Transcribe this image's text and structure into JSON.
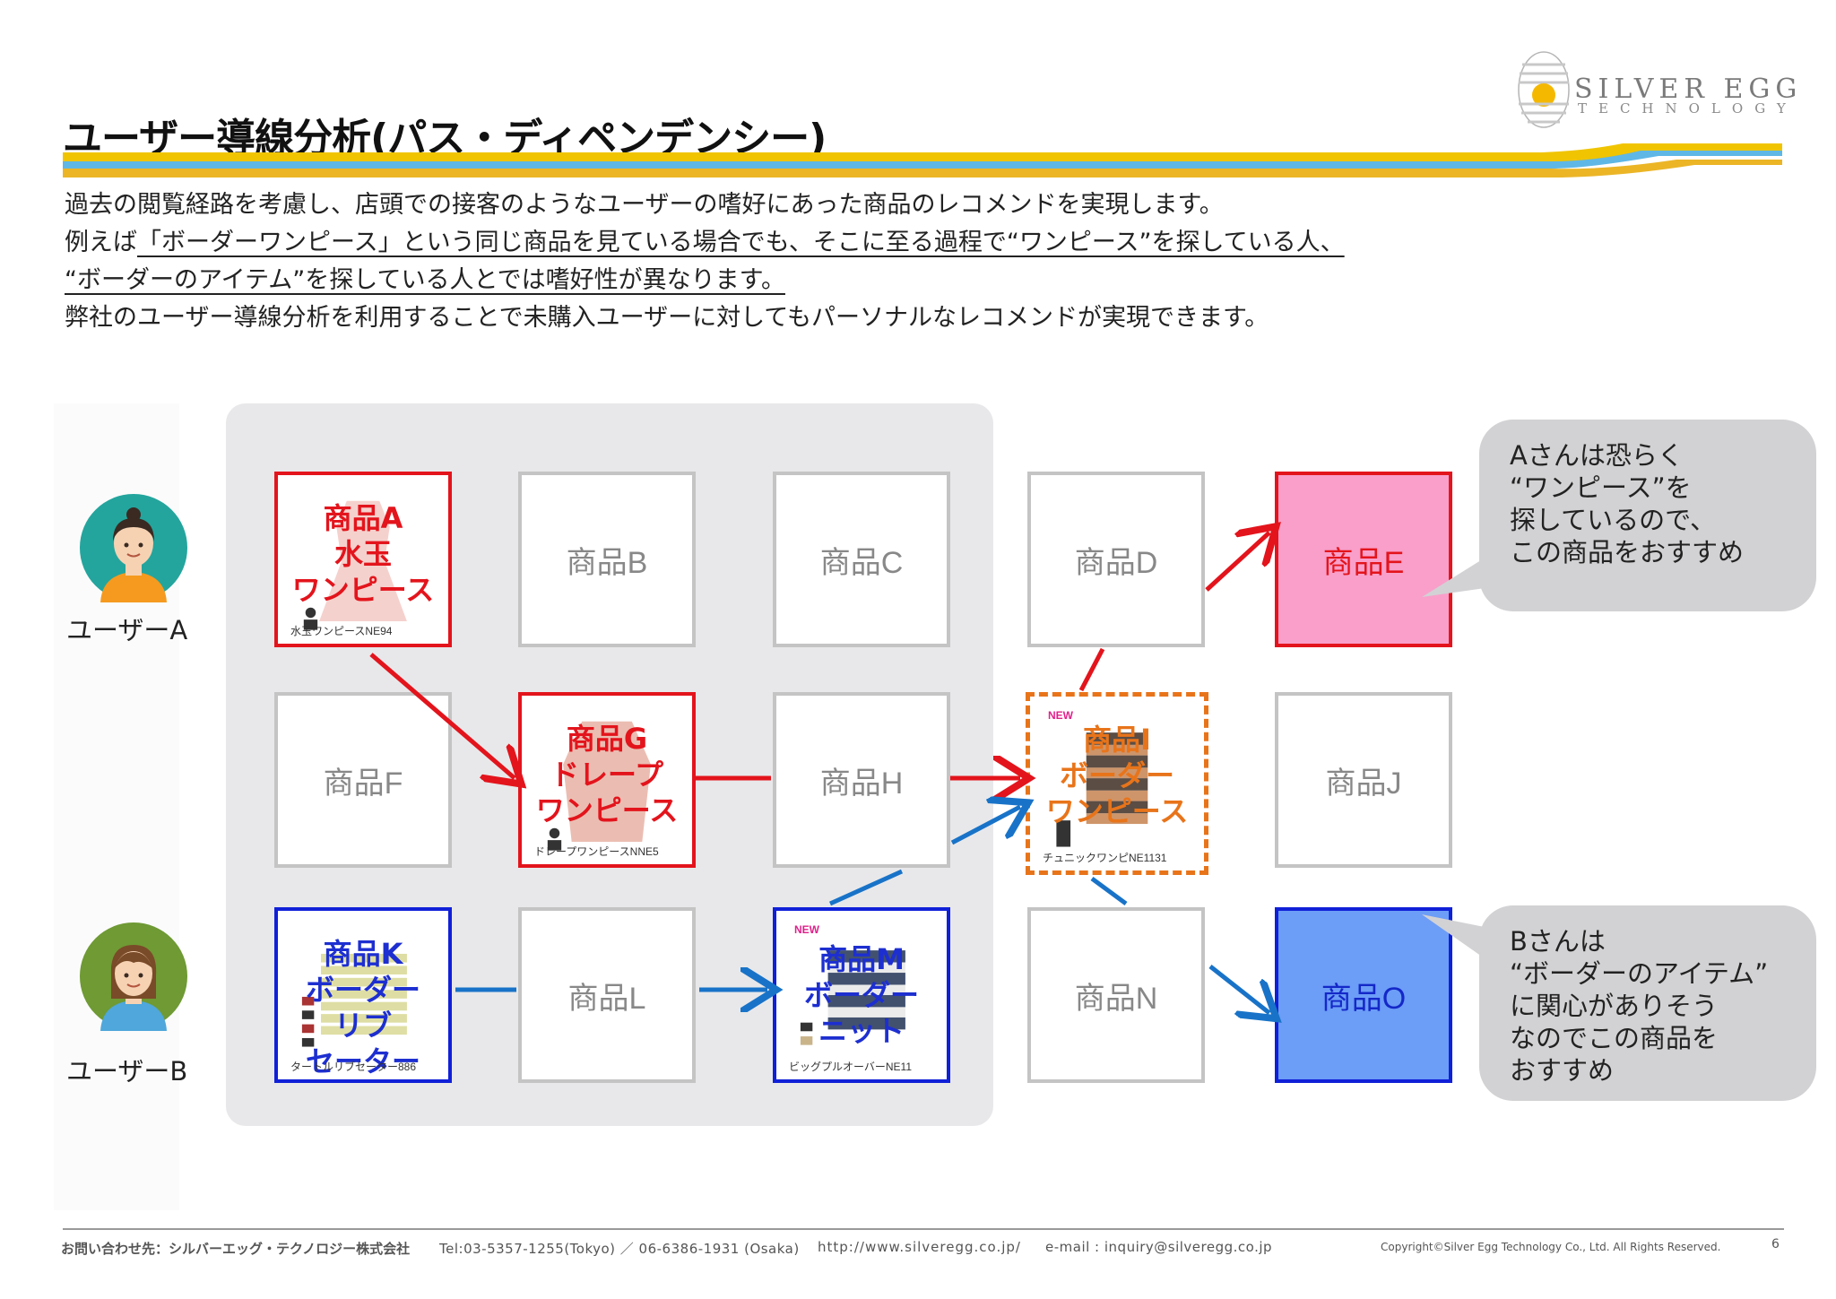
{
  "header": {
    "title": "ユーザー導線分析(パス・ディペンデンシー)",
    "logo_name": "SILVER EGG",
    "logo_sub": "TECHNOLOGY"
  },
  "intro": {
    "line1": "過去の閲覧経路を考慮し、店頭での接客のようなユーザーの嗜好にあった商品のレコメンドを実現します。",
    "line2_prefix": "例えば",
    "line2_underlined": "「ボーダーワンピース」という同じ商品を見ている場合でも、そこに至る過程で“ワンピース”を探している人、",
    "line3_underlined": "“ボーダーのアイテム”を探している人とでは嗜好性が異なります。",
    "line4": "弊社のユーザー導線分析を利用することで未購入ユーザーに対してもパーソナルなレコメンドが実現できます。"
  },
  "users": {
    "a": "ユーザーA",
    "b": "ユーザーB"
  },
  "products": {
    "a": {
      "label": [
        "商品A",
        "水玉",
        "ワンピース"
      ],
      "caption": "水玉ワンピースNE94"
    },
    "b": "商品B",
    "c": "商品C",
    "d": "商品D",
    "e": "商品E",
    "f": "商品F",
    "g": {
      "label": [
        "商品G",
        "ドレープ",
        "ワンピース"
      ],
      "caption": "ドレープワンピースNNE5"
    },
    "h": "商品H",
    "i": {
      "label": [
        "商品I",
        "ボーダー",
        "ワンピース"
      ],
      "caption": "チュニックワンピNE1131",
      "badge": "NEW"
    },
    "j": "商品J",
    "k": {
      "label": [
        "商品K",
        "ボーダー",
        "リブ",
        "セーター"
      ],
      "caption": "タートルリブセーター886"
    },
    "l": "商品L",
    "m": {
      "label": [
        "商品M",
        "ボーダー",
        "ニット"
      ],
      "caption": "ビッグプルオーバーNE11",
      "badge": "NEW"
    },
    "n": "商品N",
    "o": "商品O"
  },
  "bubbles": {
    "a": [
      "Aさんは恐らく",
      "“ワンピース”を",
      "探しているので、",
      "この商品をおすすめ"
    ],
    "b": [
      "Bさんは",
      "“ボーダーのアイテム”",
      "に関心がありそう",
      "なのでこの商品を",
      "おすすめ"
    ]
  },
  "colors": {
    "path_a": "#e3141c",
    "path_b": "#1873c8",
    "highlight_shared": "#e8741a",
    "rec_a_fill": "#f99fca",
    "rec_b_fill": "#6c9df7"
  },
  "footer": {
    "contact": "お問い合わせ先：シルバーエッグ・テクノロジー株式会社",
    "tel": "Tel:03-5357-1255(Tokyo) ／ 06-6386-1931 (Osaka)",
    "url": "http://www.silveregg.co.jp/",
    "mail": "e-mail : inquiry@silveregg.co.jp",
    "copyright": "Copyright©Silver Egg Technology Co., Ltd. All Rights Reserved.",
    "page": "6"
  }
}
